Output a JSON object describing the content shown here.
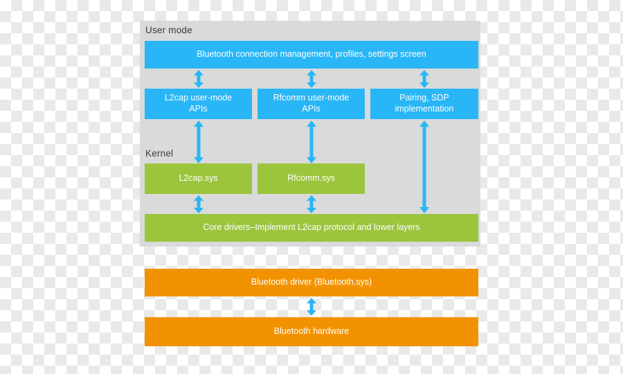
{
  "diagram": {
    "title_user_mode": "User mode",
    "title_kernel": "Kernel",
    "colors": {
      "panel": "#d9dada",
      "blue": "#29b6f6",
      "green": "#9bc53d",
      "orange": "#f39200",
      "arrow": "#29b6f6",
      "text": "#ffffff",
      "label": "#3b3b3b"
    },
    "boxes": {
      "connection_management": "Bluetooth connection management, profiles, settings screen",
      "l2cap_api": "L2cap user-mode\nAPIs",
      "rfcomm_api": "Rfcomm user-mode\nAPIs",
      "pairing_sdp": "Pairing, SDP\nimplementation",
      "l2cap_sys": "L2cap.sys",
      "rfcomm_sys": "Rfcomm.sys",
      "core_drivers": "Core drivers–Implement L2cap protocol and lower layers",
      "bluetooth_driver": "Bluetooth driver (Bluetooth.sys)",
      "bluetooth_hardware": "Bluetooth hardware"
    },
    "arrows": [
      {
        "name": "arrow-connmgmt-to-l2cap-api",
        "direction": "bidirectional"
      },
      {
        "name": "arrow-connmgmt-to-rfcomm-api",
        "direction": "bidirectional"
      },
      {
        "name": "arrow-connmgmt-to-pairing",
        "direction": "bidirectional"
      },
      {
        "name": "arrow-l2cap-api-to-l2cap-sys",
        "direction": "bidirectional"
      },
      {
        "name": "arrow-rfcomm-api-to-rfcomm-sys",
        "direction": "bidirectional"
      },
      {
        "name": "arrow-pairing-to-core-drivers",
        "direction": "bidirectional"
      },
      {
        "name": "arrow-l2cap-sys-to-core-drivers",
        "direction": "bidirectional"
      },
      {
        "name": "arrow-rfcomm-sys-to-core-drivers",
        "direction": "bidirectional"
      },
      {
        "name": "arrow-driver-to-hardware",
        "direction": "bidirectional"
      }
    ]
  }
}
